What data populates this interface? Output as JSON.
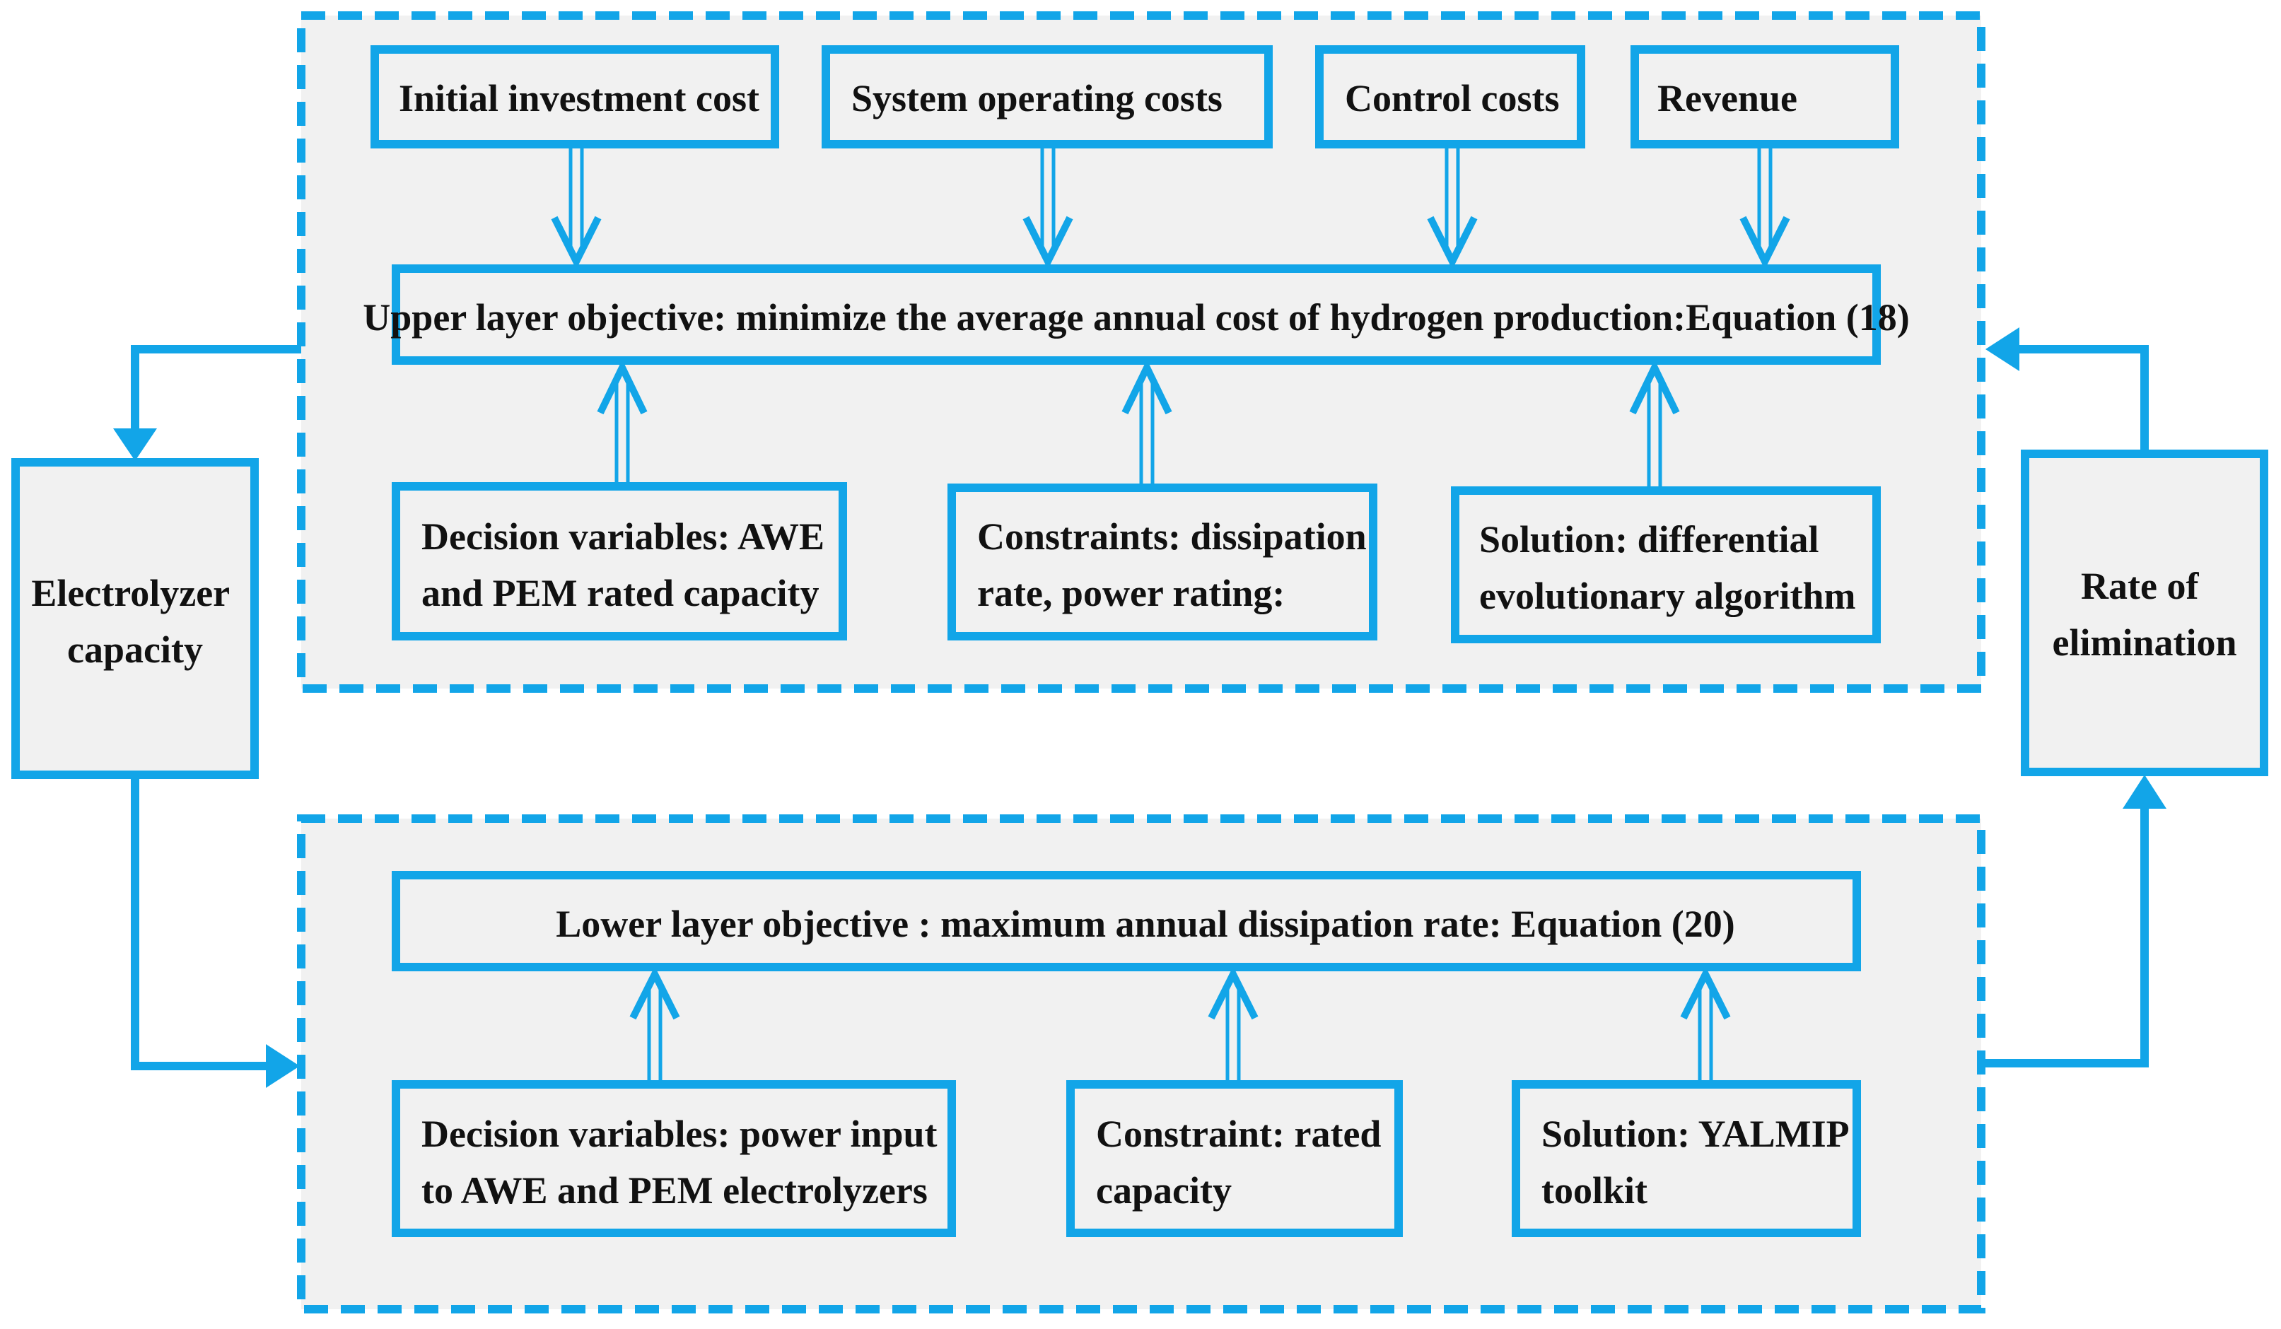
{
  "colors": {
    "accent": "#12A5E8",
    "panel": "#F1F1F1",
    "box": "#F1F1F1",
    "text": "#111111"
  },
  "upper_layer": {
    "cost_boxes": [
      "Initial investment cost",
      "System operating costs",
      "Control costs",
      "Revenue"
    ],
    "objective": "Upper layer objective: minimize the average annual cost of hydrogen production:Equation (18)",
    "decision": [
      "Decision variables: AWE",
      "and PEM rated capacity"
    ],
    "constraints": [
      "Constraints: dissipation",
      "rate, power rating:"
    ],
    "solution": [
      "Solution: differential",
      "evolutionary algorithm"
    ]
  },
  "lower_layer": {
    "objective": "Lower layer objective : maximum annual dissipation rate: Equation (20)",
    "decision": [
      "Decision variables: power input",
      "to AWE and PEM electrolyzers"
    ],
    "constraint": [
      "Constraint: rated",
      "capacity"
    ],
    "solution": [
      "Solution: YALMIP",
      "toolkit"
    ]
  },
  "side_left": [
    "Electrolyzer",
    "capacity"
  ],
  "side_right": [
    "Rate of",
    "elimination"
  ]
}
